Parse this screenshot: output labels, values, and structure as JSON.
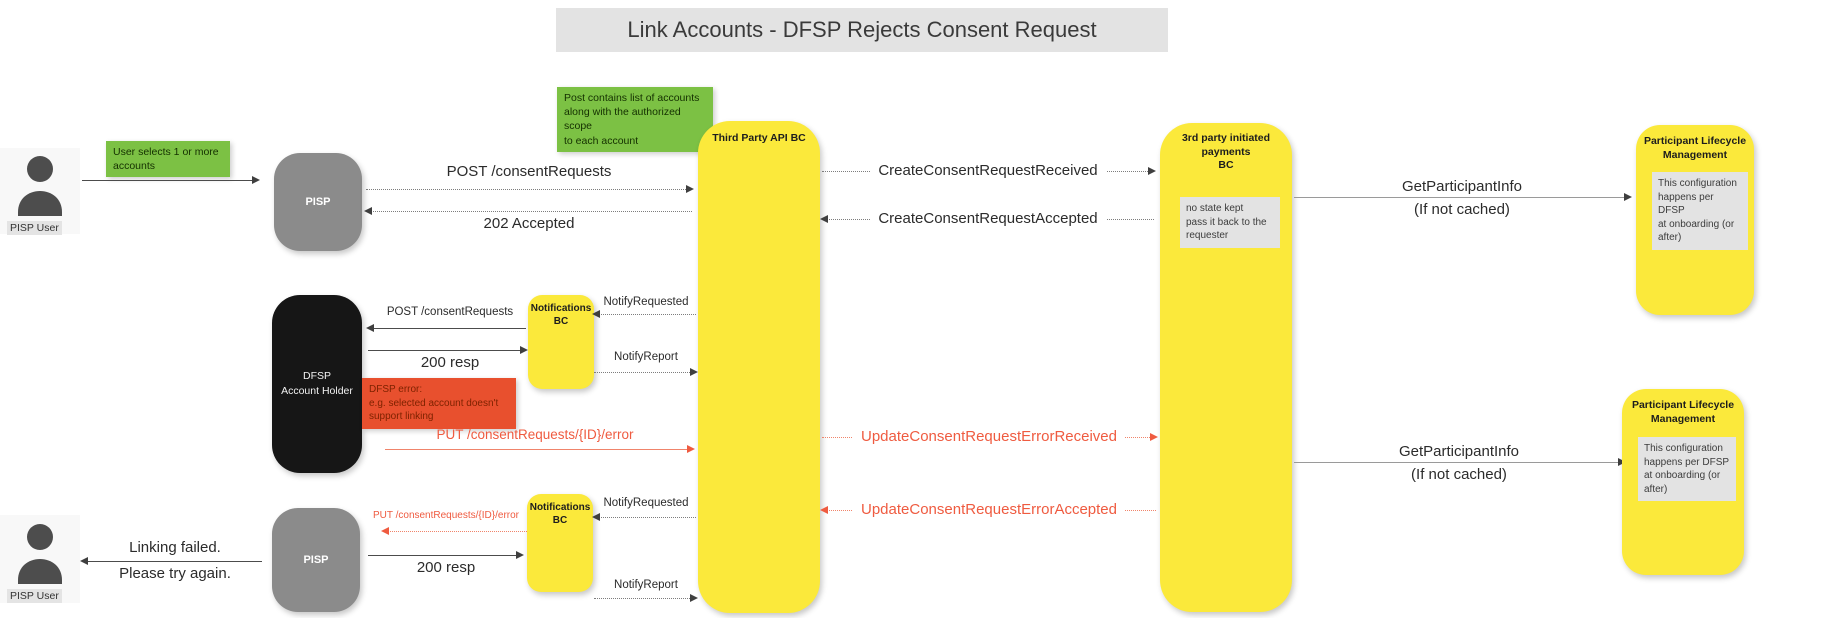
{
  "title": "Link Accounts - DFSP Rejects Consent Request",
  "colors": {
    "yellow_bc": "#FBE93B",
    "green_note": "#7CC144",
    "gray_participant": "#8B8B8B",
    "black_participant": "#161616",
    "red_note_bg": "#E8502E",
    "red_message_text": "#EF5B40",
    "gray_note_bg": "#E3E3E3",
    "title_bg": "#E3E3E3"
  },
  "participants": {
    "pisp_user": "PISP User",
    "pisp": "PISP",
    "dfsp_account_holder": "DFSP\nAccount Holder",
    "third_party_api_bc": "Third Party API BC",
    "notifications_bc": "Notifications\nBC",
    "third_party_payments_bc": "3rd party initiated payments\nBC",
    "participant_lifecycle_mgmt": "Participant Lifecycle\nManagement"
  },
  "notes": {
    "user_selects_accounts": "User selects 1 or more\naccounts",
    "post_contains": "Post contains list of accounts\nalong with the authorized scope\nto each account",
    "no_state_kept": "no state kept\npass it back to the\nrequester",
    "dfsp_error": "DFSP error:\ne.g. selected account doesn't\nsupport linking",
    "configuration": "This configuration\nhappens per DFSP\nat onboarding (or\nafter)"
  },
  "messages": {
    "post_consent_requests": "POST /consentRequests",
    "accepted_202": "202 Accepted",
    "create_consent_request_received": "CreateConsentRequestReceived",
    "create_consent_request_accepted": "CreateConsentRequestAccepted",
    "get_participant_info": "GetParticipantInfo",
    "if_not_cached": "(If not cached)",
    "notify_requested": "NotifyRequested",
    "notify_report": "NotifyReport",
    "resp_200": "200 resp",
    "put_consent_requests_error": "PUT /consentRequests/{ID}/error",
    "update_consent_request_error_received": "UpdateConsentRequestErrorReceived",
    "update_consent_request_error_accepted": "UpdateConsentRequestErrorAccepted",
    "linking_failed": "Linking failed.\nPlease try again."
  }
}
